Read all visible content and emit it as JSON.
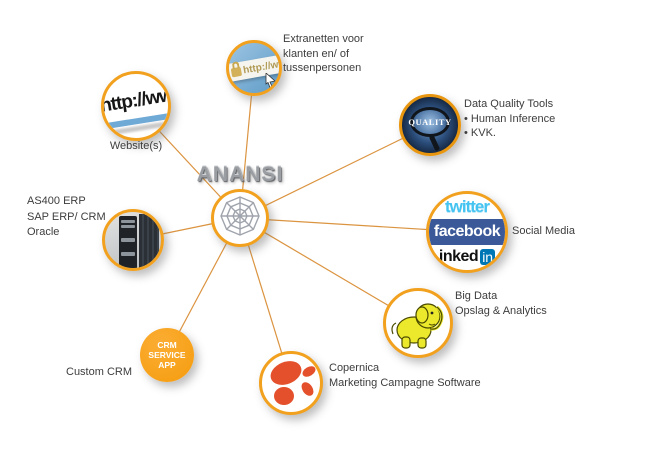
{
  "title": "ANANSI",
  "colors": {
    "ring_orange": "#f2a11f",
    "link_line": "#db9440",
    "crm_orange": "#f59c0e",
    "copernica_red": "#e4502b",
    "facebook_blue": "#3b5998",
    "twitter_blue": "#45c4f1",
    "linkedin_blue": "#0077b5",
    "hadoop_yellow": "#ece92c",
    "label_gray": "#3d3d3d"
  },
  "hub": {
    "name": "ANANSI",
    "icon": "spider-web-icon"
  },
  "edges": [
    "ANANSI-websites",
    "ANANSI-extranet",
    "ANANSI-data-quality",
    "ANANSI-social-media",
    "ANANSI-big-data",
    "ANANSI-copernica",
    "ANANSI-custom-crm",
    "ANANSI-as400-erp"
  ],
  "nodes": {
    "websites": {
      "label": "Website(s)",
      "icon_text": "http://www"
    },
    "extranet": {
      "label_lines": [
        "Extranetten voor",
        "klanten en/ of",
        "tussenpersonen"
      ],
      "icon_text": "http://www"
    },
    "quality": {
      "label_lines": [
        "Data Quality Tools",
        "• Human Inference",
        "• KVK."
      ],
      "icon_text": "QUALITY"
    },
    "social": {
      "label": "Social Media",
      "twitter_text": "twitter",
      "facebook_text": "facebook",
      "linkedin_text": "inked",
      "linkedin_in": "in"
    },
    "bigdata": {
      "label_lines": [
        "Big Data",
        "Opslag & Analytics"
      ]
    },
    "copernica": {
      "label_lines": [
        "Copernica",
        "Marketing Campagne Software"
      ]
    },
    "crm": {
      "label": "Custom CRM",
      "icon_lines": [
        "CRM",
        "SERVICE",
        "APP"
      ]
    },
    "as400": {
      "label_lines": [
        "AS400 ERP",
        "SAP ERP/ CRM",
        "Oracle"
      ]
    }
  }
}
